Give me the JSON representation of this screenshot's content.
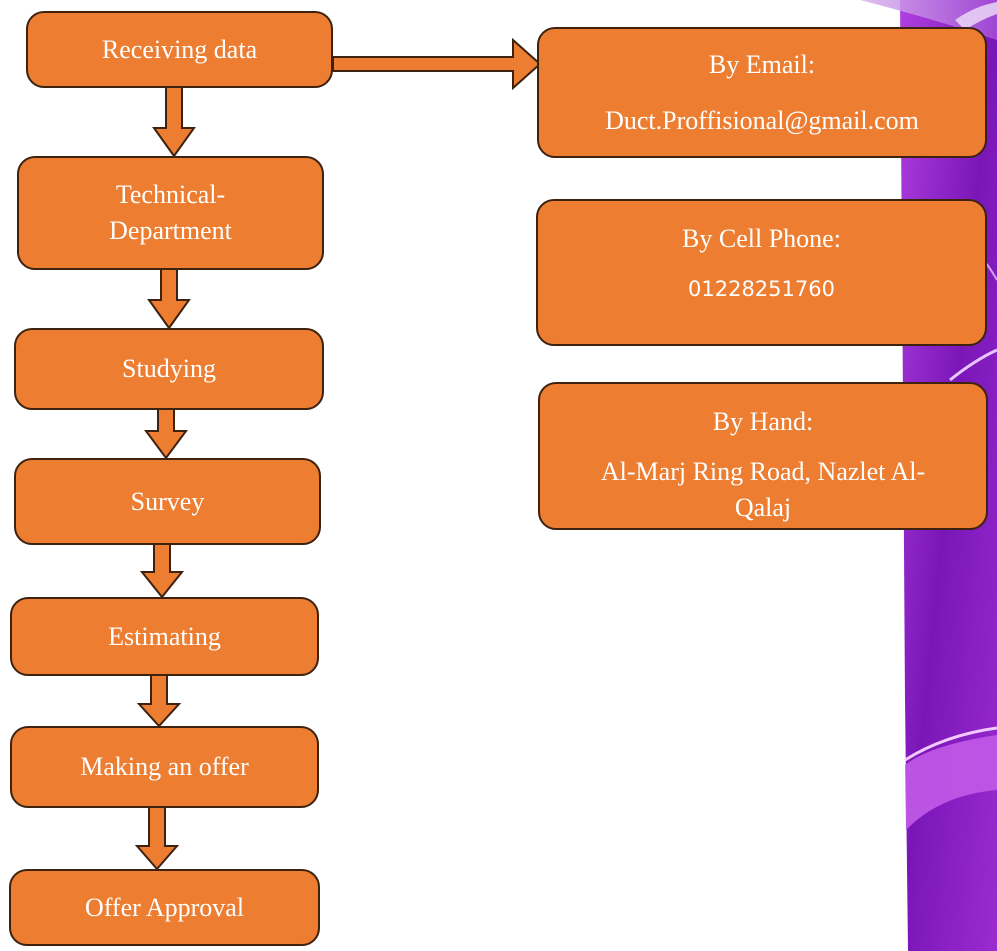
{
  "flow": {
    "steps": [
      {
        "label": "Receiving data"
      },
      {
        "label_line1": "Technical-",
        "label_line2": "Department"
      },
      {
        "label": "Studying"
      },
      {
        "label": "Survey"
      },
      {
        "label": "Estimating"
      },
      {
        "label": "Making an offer"
      },
      {
        "label": "Offer Approval"
      }
    ]
  },
  "contacts": {
    "email": {
      "title": "By Email:",
      "value": "Duct.Proffisional@gmail.com"
    },
    "phone": {
      "title": "By Cell Phone:",
      "value": "01228251760"
    },
    "hand": {
      "title": "By Hand:",
      "value": "Al-Marj Ring Road, Nazlet Al-Qalaj"
    }
  },
  "colors": {
    "box_fill": "#ed7d31",
    "box_border": "#3d2210",
    "text": "#ffffff",
    "decor_purple": "#8a1fc2"
  }
}
